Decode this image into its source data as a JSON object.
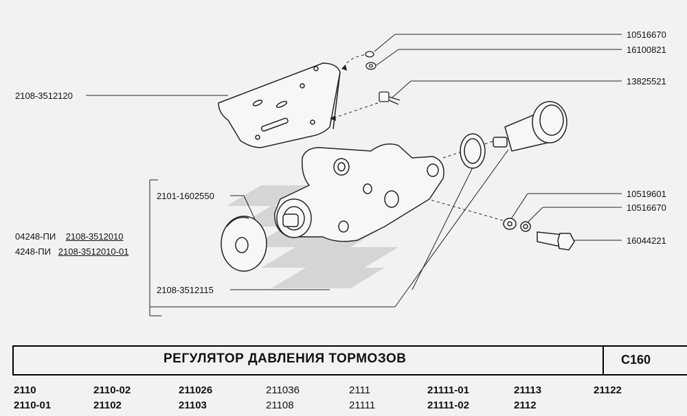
{
  "parts": {
    "p_10516670_top": "10516670",
    "p_16100821": "16100821",
    "p_13825521": "13825521",
    "p_2108_3512120": "2108-3512120",
    "p_2101_1602550": "2101-1602550",
    "p_2108_3512115": "2108-3512115",
    "p_10519601": "10519601",
    "p_10516670_bottom": "10516670",
    "p_16044221": "16044221"
  },
  "assemblies": [
    {
      "prefix": "04248-ПИ",
      "number": "2108-3512010"
    },
    {
      "prefix": "4248-ПИ",
      "number": "2108-3512010-01"
    }
  ],
  "title": "РЕГУЛЯТОР ДАВЛЕНИЯ ТОРМОЗОВ",
  "sheet_code": "C160",
  "models": {
    "row1": [
      "2110",
      "2110-02",
      "211026",
      "211036",
      "2111",
      "21111-01",
      "21113",
      "21122"
    ],
    "row2": [
      "2110-01",
      "21102",
      "21103",
      "21108",
      "21111",
      "21111-02",
      "2112"
    ]
  },
  "colors": {
    "line": "#222222",
    "watermark": "#c8c8c8",
    "background": "#f2f2f2"
  }
}
